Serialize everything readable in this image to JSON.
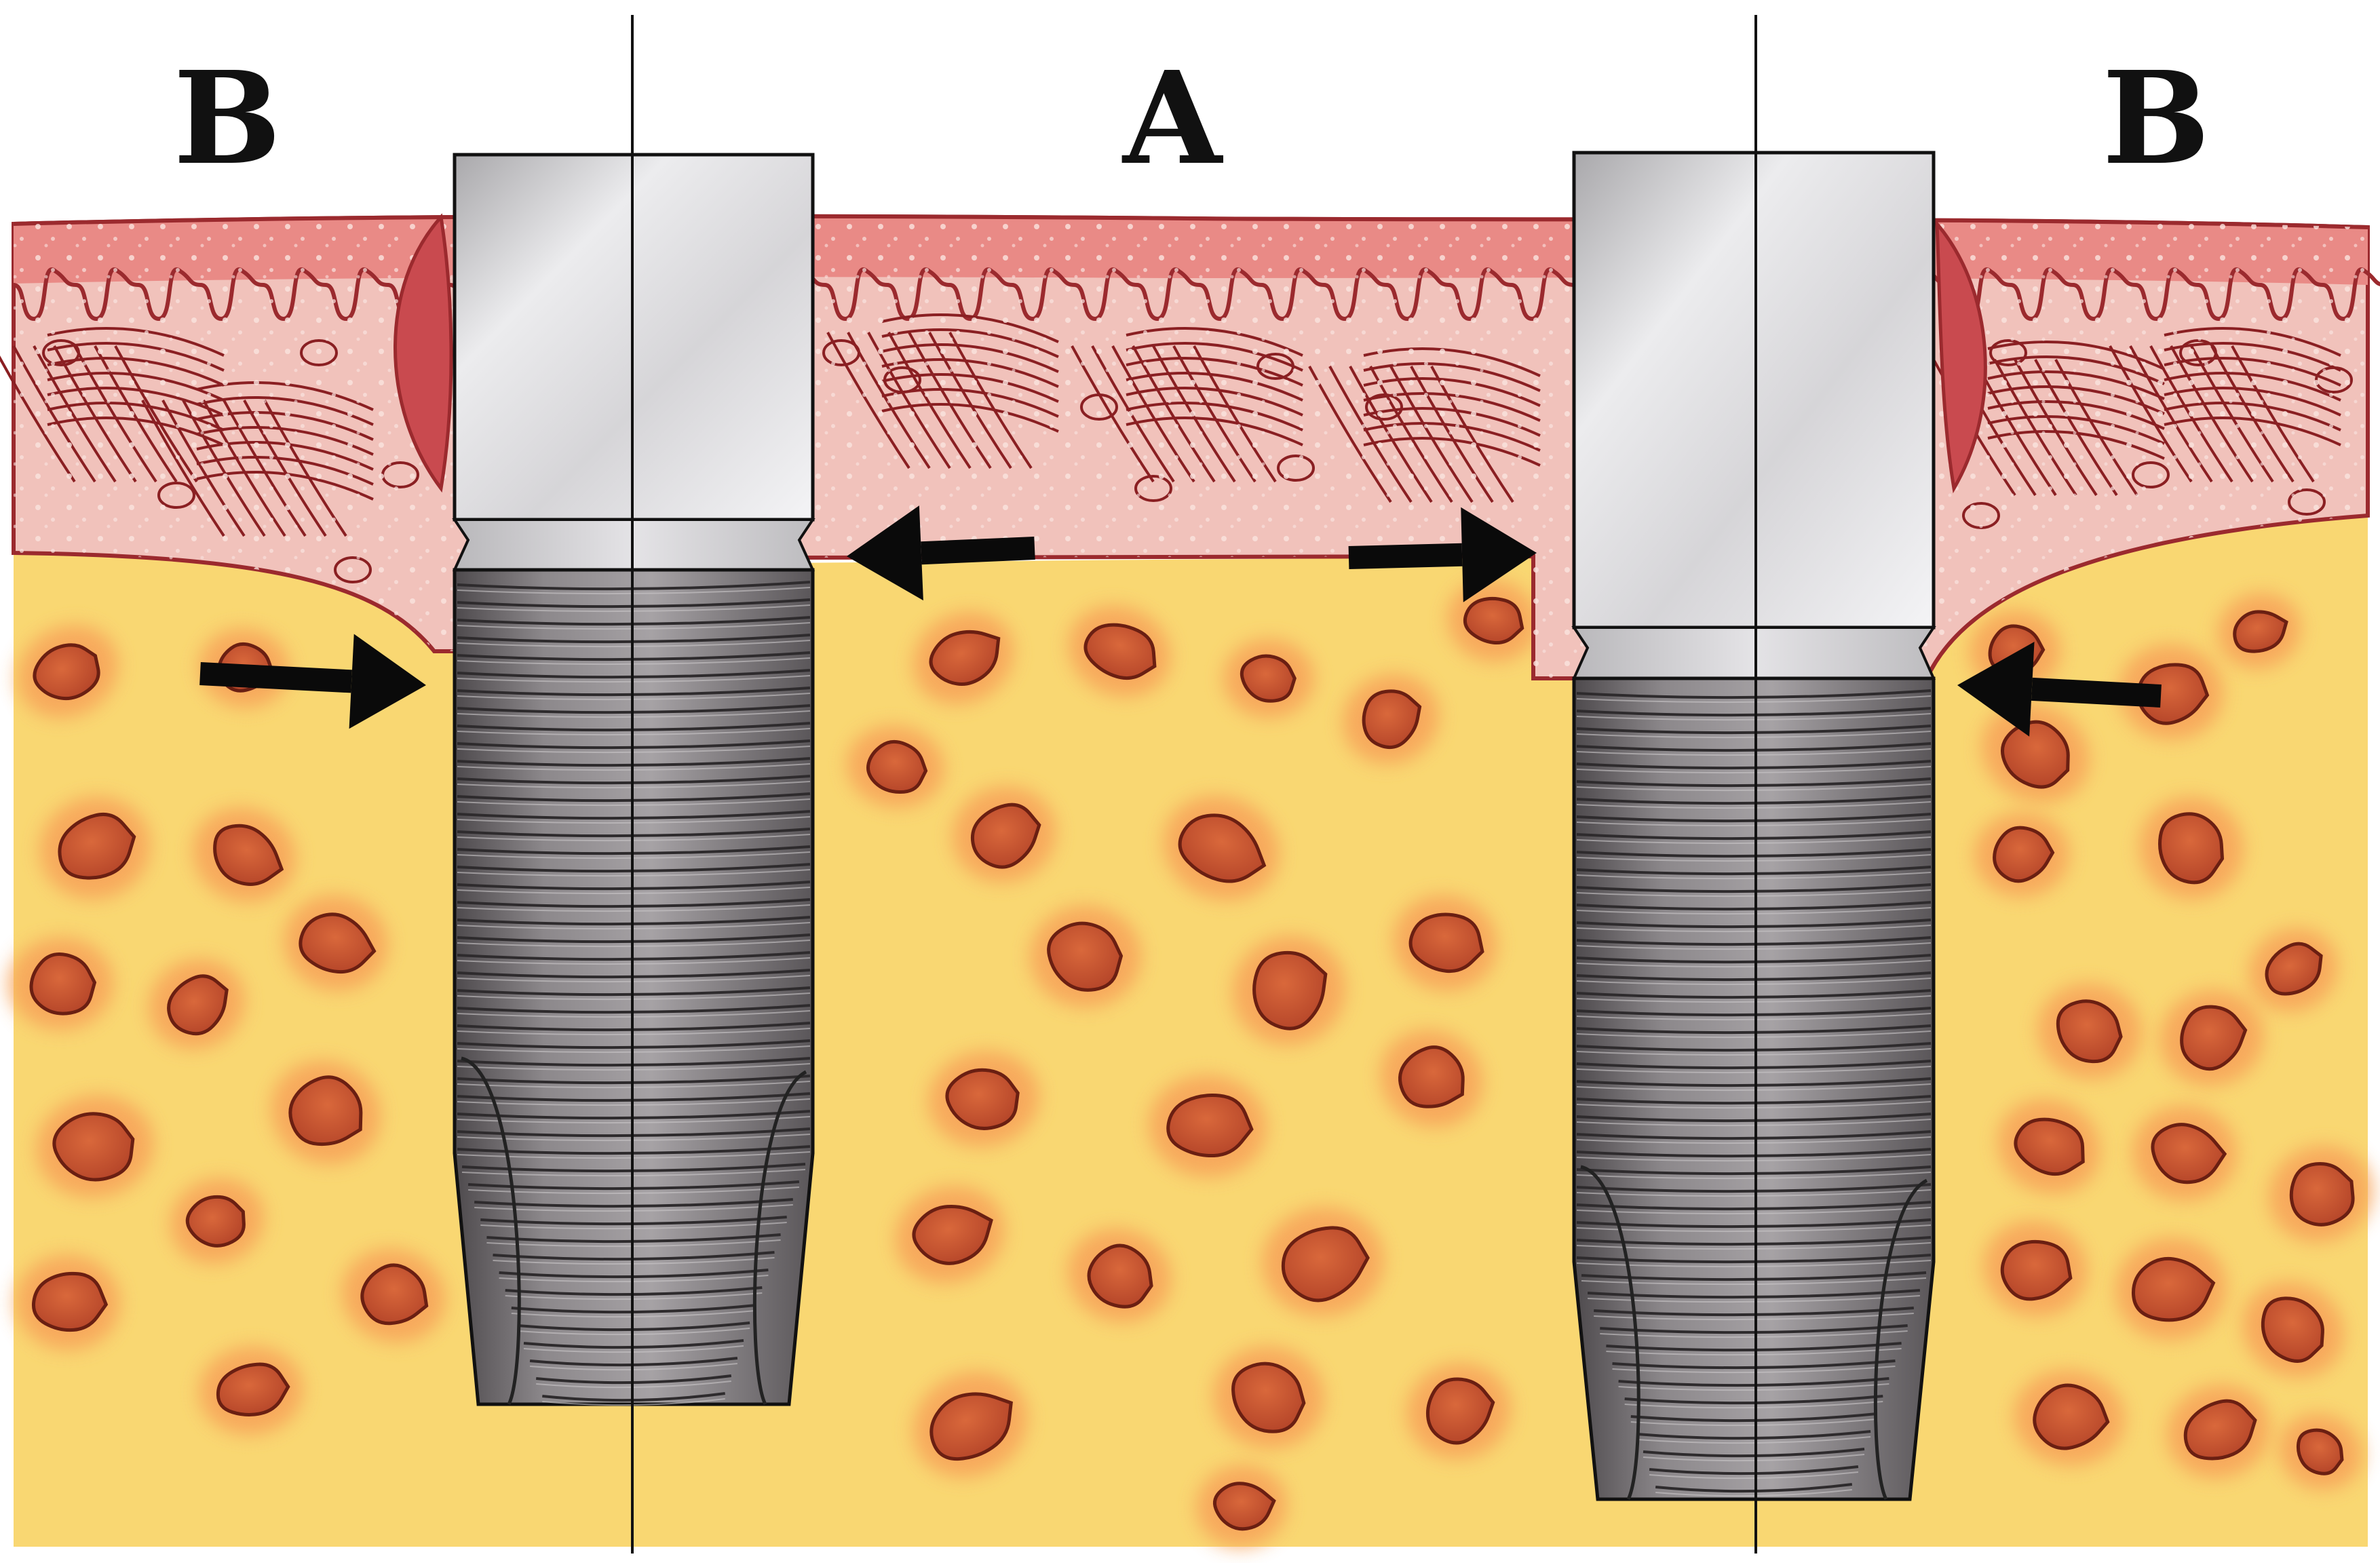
{
  "labels": {
    "left": "B",
    "center": "A",
    "right": "B"
  },
  "colors": {
    "bone": "#f9d772",
    "bone_glow": "#f7a45a",
    "marrow": "#c8562e",
    "marrow_outline": "#6a1f12",
    "gum_surface": "#e98a86",
    "gum_inner": "#f1c2bb",
    "gum_outline": "#9b2a2e",
    "fiber": "#8a1f22",
    "implant_light": "#e8e8ea",
    "implant_dark": "#6f6b6e",
    "arrow": "#0a0a0a"
  },
  "icons": {
    "arrow": "arrow-icon",
    "implant": "dental-implant-icon"
  }
}
